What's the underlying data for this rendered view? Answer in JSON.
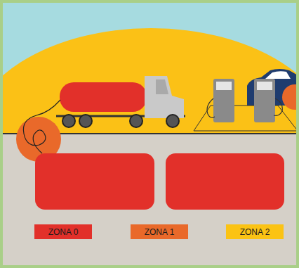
{
  "diagram": {
    "legend": [
      {
        "text": "ZONA 0",
        "color": "#e2302a"
      },
      {
        "text": "ZONA 1",
        "color": "#e9692a"
      },
      {
        "text": "ZONA 2",
        "color": "#fbc314"
      }
    ]
  }
}
